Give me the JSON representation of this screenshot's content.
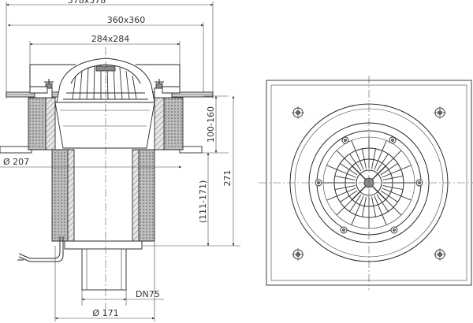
{
  "dimensions": {
    "flange_outer": "378x378",
    "flange_inner": "360x360",
    "grate_size": "284x284",
    "outer_diameter": "Ø 207",
    "upper_height": "100-160",
    "total_height": "271",
    "adjust_range": "(111-171)",
    "outlet": "DN75",
    "body_diameter": "Ø 171"
  },
  "views": [
    "section-view",
    "plan-view"
  ]
}
